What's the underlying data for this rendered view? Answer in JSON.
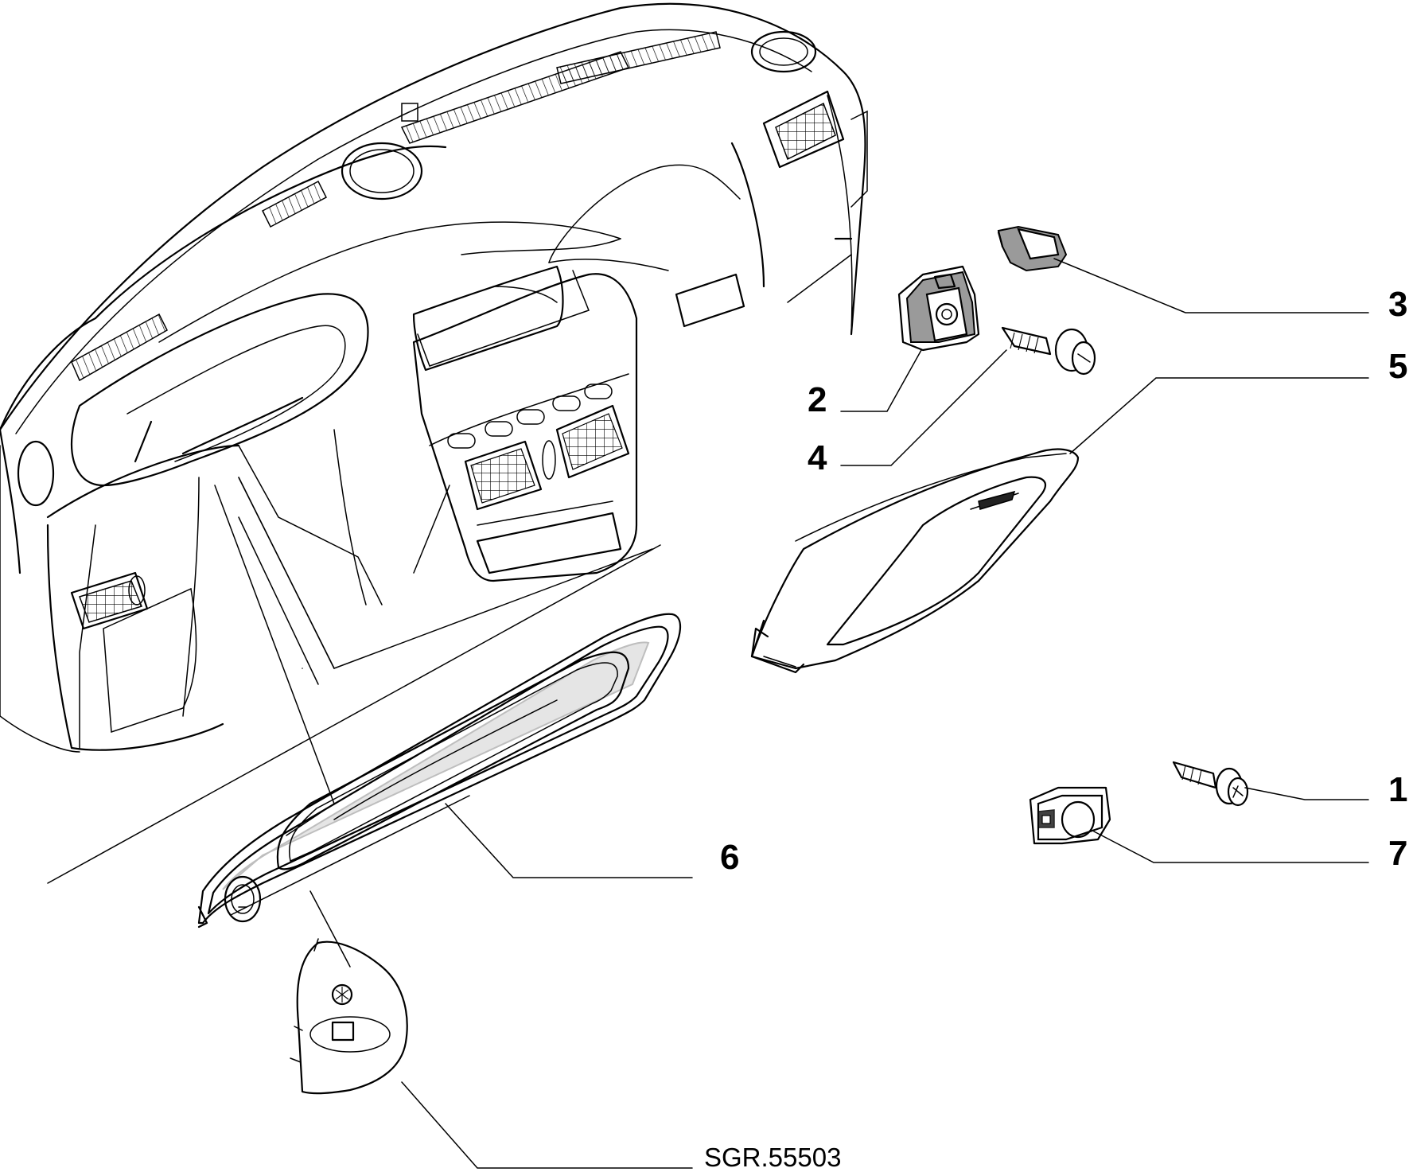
{
  "callouts": [
    {
      "id": "1",
      "label": "1"
    },
    {
      "id": "2",
      "label": "2"
    },
    {
      "id": "3",
      "label": "3"
    },
    {
      "id": "4",
      "label": "4"
    },
    {
      "id": "5",
      "label": "5"
    },
    {
      "id": "6",
      "label": "6"
    },
    {
      "id": "7",
      "label": "7"
    }
  ],
  "reference": "SGR.55503"
}
